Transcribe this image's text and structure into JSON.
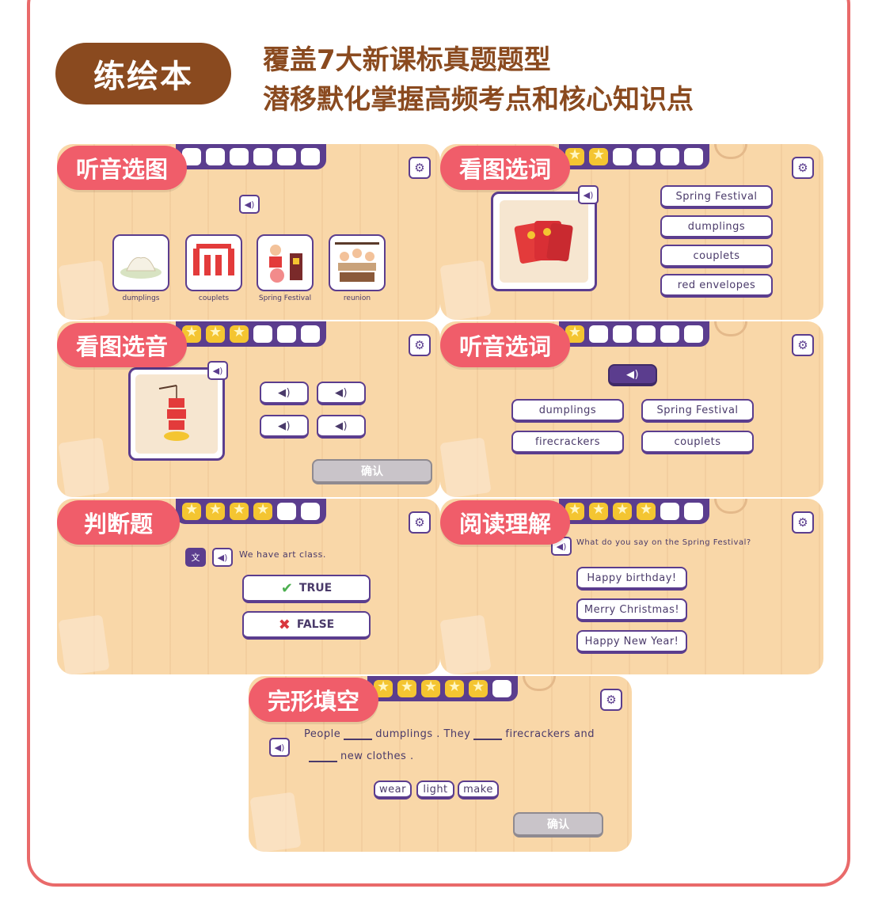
{
  "header": {
    "badge": "练绘本",
    "line1": "覆盖7大新课标真题题型",
    "line2": "潜移默化掌握高频考点和核心知识点"
  },
  "panels": {
    "listen_pick_picture": {
      "tag": "听音选图",
      "options": [
        "dumplings",
        "couplets",
        "Spring Festival",
        "reunion"
      ]
    },
    "picture_pick_word": {
      "tag": "看图选词",
      "options": [
        "Spring Festival",
        "dumplings",
        "couplets",
        "red envelopes"
      ]
    },
    "picture_pick_sound": {
      "tag": "看图选音",
      "confirm": "确认"
    },
    "listen_pick_word": {
      "tag": "听音选词",
      "options": [
        "dumplings",
        "Spring Festival",
        "firecrackers",
        "couplets"
      ]
    },
    "true_false": {
      "tag": "判断题",
      "sentence": "We have art class.",
      "true_label": "TRUE",
      "false_label": "FALSE"
    },
    "reading": {
      "tag": "阅读理解",
      "question": "What do you say on the Spring Festival?",
      "options": [
        "Happy birthday!",
        "Merry Christmas!",
        "Happy New Year!"
      ]
    },
    "cloze": {
      "tag": "完形填空",
      "line1_a": "People",
      "line1_b": "dumplings . They",
      "line1_c": "firecrackers and",
      "line2": "new clothes .",
      "words": [
        "wear",
        "light",
        "make"
      ],
      "confirm": "确认"
    }
  },
  "icons": {
    "speaker": "speaker-icon",
    "gear": "gear-icon",
    "star": "star-icon",
    "check": "check-icon",
    "cross": "cross-icon",
    "translate": "translate-icon"
  }
}
